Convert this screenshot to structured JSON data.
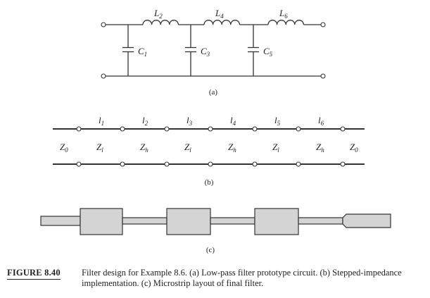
{
  "panel_a": {
    "label": "(a)",
    "inductors": [
      {
        "name": "L",
        "sub": "2"
      },
      {
        "name": "L",
        "sub": "4"
      },
      {
        "name": "L",
        "sub": "6"
      }
    ],
    "capacitors": [
      {
        "name": "C",
        "sub": "1"
      },
      {
        "name": "C",
        "sub": "3"
      },
      {
        "name": "C",
        "sub": "5"
      }
    ]
  },
  "panel_b": {
    "label": "(b)",
    "lengths": [
      {
        "name": "l",
        "sub": "1"
      },
      {
        "name": "l",
        "sub": "2"
      },
      {
        "name": "l",
        "sub": "3"
      },
      {
        "name": "l",
        "sub": "4"
      },
      {
        "name": "l",
        "sub": "5"
      },
      {
        "name": "l",
        "sub": "6"
      }
    ],
    "impedances": [
      {
        "name": "Z",
        "sub": "0"
      },
      {
        "name": "Z",
        "sub": "l"
      },
      {
        "name": "Z",
        "sub": "h"
      },
      {
        "name": "Z",
        "sub": "l"
      },
      {
        "name": "Z",
        "sub": "h"
      },
      {
        "name": "Z",
        "sub": "l"
      },
      {
        "name": "Z",
        "sub": "h"
      },
      {
        "name": "Z",
        "sub": "0"
      }
    ]
  },
  "panel_c": {
    "label": "(c)",
    "fill_color": "#d4d4d4"
  },
  "caption": {
    "figure_number": "FIGURE 8.40",
    "text": "Filter design for Example 8.6. (a) Low-pass filter prototype circuit. (b) Stepped-impedance implementation. (c) Microstrip layout of final filter."
  }
}
